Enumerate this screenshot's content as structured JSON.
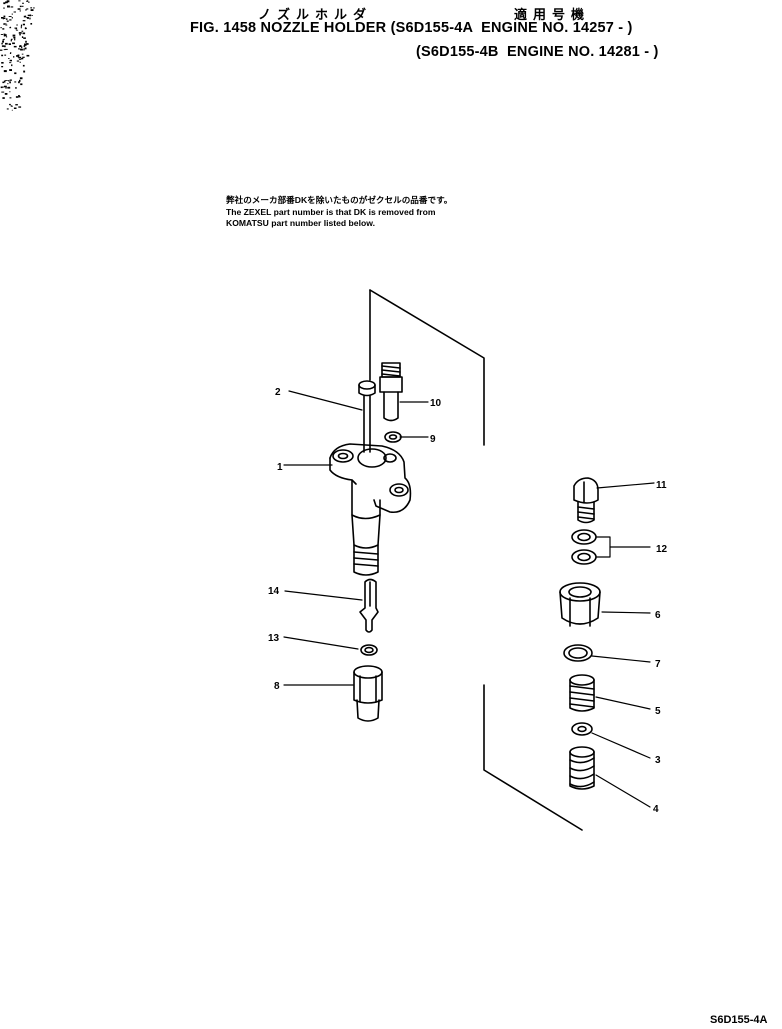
{
  "header": {
    "jp_title": "ノズルホルダ",
    "jp_applicable": "適用号機",
    "line1": "FIG. 1458 NOZZLE HOLDER (S6D155-4A  ENGINE NO. 14257 - )",
    "line2": "(S6D155-4B  ENGINE NO. 14281 - )"
  },
  "note": {
    "jp": "弊社のメーカ部番DKを除いたものがゼクセルの品番です。",
    "en_line1": "The ZEXEL part number is that DK is removed from",
    "en_line2": "KOMATSU part number listed below."
  },
  "callouts": [
    "1",
    "2",
    "3",
    "4",
    "5",
    "6",
    "7",
    "8",
    "9",
    "10",
    "11",
    "12",
    "13",
    "14"
  ],
  "footer": "S6D155-4A"
}
